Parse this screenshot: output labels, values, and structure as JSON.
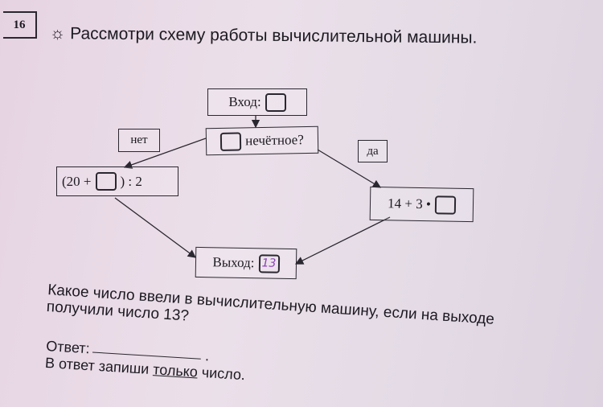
{
  "task_number": "16",
  "title_icon": "sun-icon",
  "title": "Рассмотри схему работы вычислительной машины.",
  "diagram": {
    "input_label": "Вход:",
    "condition_label": "нечётное?",
    "no_label": "нет",
    "yes_label": "да",
    "no_branch_left": "(20 +",
    "no_branch_right": ") : 2",
    "yes_branch": "14 + 3 •",
    "output_label": "Выход:",
    "output_value": "13"
  },
  "question_line1": "Какое число ввели в вычислительную машину, если на выходе",
  "question_line2": "получили число 13?",
  "answer_label": "Ответ:",
  "answer_value": "",
  "instruction_before": "В ответ запиши",
  "instruction_emph": "только",
  "instruction_after": "число."
}
